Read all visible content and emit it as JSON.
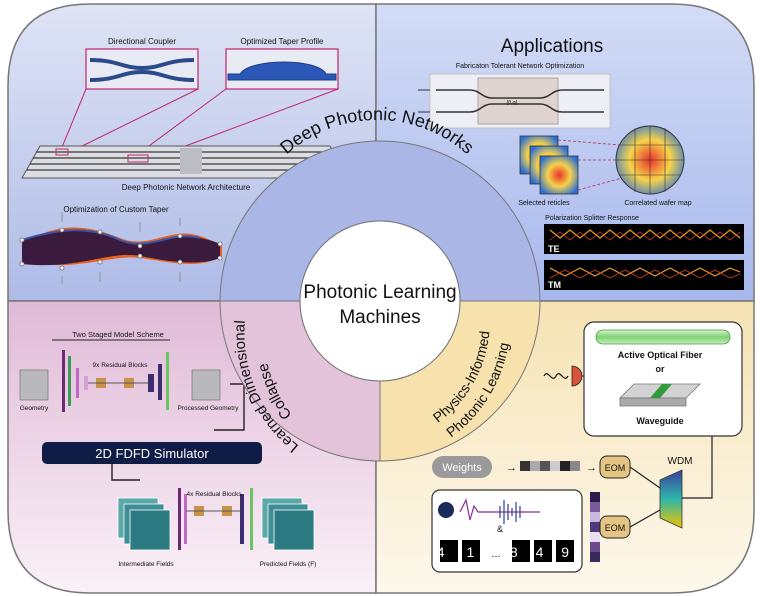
{
  "center": {
    "line1": "Photonic Learning",
    "line2": "Machines"
  },
  "rings": {
    "top": "Deep Photonic Networks",
    "left_line1": "Learned Dimensional",
    "left_line2": "Collapse",
    "right_line1": "Physics-Informed",
    "right_line2": "Photonic Learning"
  },
  "q1": {
    "directional_coupler": "Directional Coupler",
    "optimized_taper": "Optimized Taper Profile",
    "architecture": "Deep Photonic Network Architecture",
    "custom_taper": "Optimization of Custom Taper"
  },
  "q2": {
    "title": "Applications",
    "network_opt": "Fabricaton Tolerant Network Optimization",
    "selected_reticles": "Selected reticles",
    "wafer_map": "Correlated wafer map",
    "splitter_title": "Polarization Splitter Response",
    "te": "TE",
    "tm": "TM"
  },
  "q3": {
    "scheme": "Two Staged Model Scheme",
    "residual9": "9x Residual Blocks",
    "geometry": "Geometry",
    "processed": "Processed Geometry",
    "simulator": "2D FDFD Simulator",
    "residual4": "4x Residual Blocks",
    "intermediate": "Intermediate Fields",
    "predicted": "Predicted Fields (F)"
  },
  "q4": {
    "fiber": "Active Optical Fiber",
    "or": "or",
    "waveguide": "Waveguide",
    "weights": "Weights",
    "eom": "EOM",
    "wdm": "WDM",
    "amp": "&",
    "digits_left": "4 1",
    "dots": "...",
    "digits_right": "8 4 9"
  },
  "colors": {
    "q1_bg": "#c9d2ee",
    "q2_bg": "#bccbf0",
    "q3_bg": "#ecd3e6",
    "q4_bg": "#faefd6",
    "ring_top": "#a9b6e6",
    "ring_left": "#e3c3da",
    "ring_right": "#f7e1ad",
    "simulator": "#0f1c45",
    "eom": "#e4c583",
    "fiber": "#a8e5a0"
  }
}
